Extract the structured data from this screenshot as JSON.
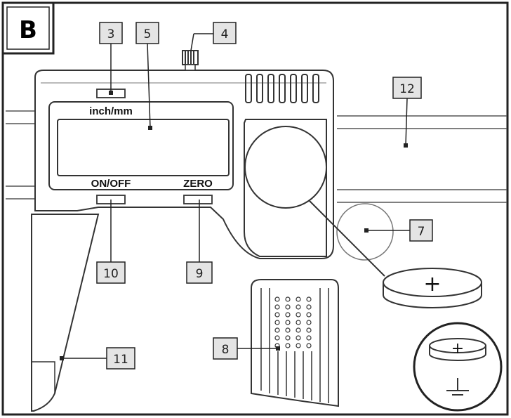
{
  "panel_label": "B",
  "device_labels": {
    "inch_mm": "inch/mm",
    "on_off": "ON/OFF",
    "zero": "ZERO"
  },
  "battery_symbol": "+",
  "inset_symbol": "+",
  "callouts": [
    "3",
    "5",
    "4",
    "12",
    "7",
    "10",
    "9",
    "8",
    "11"
  ]
}
